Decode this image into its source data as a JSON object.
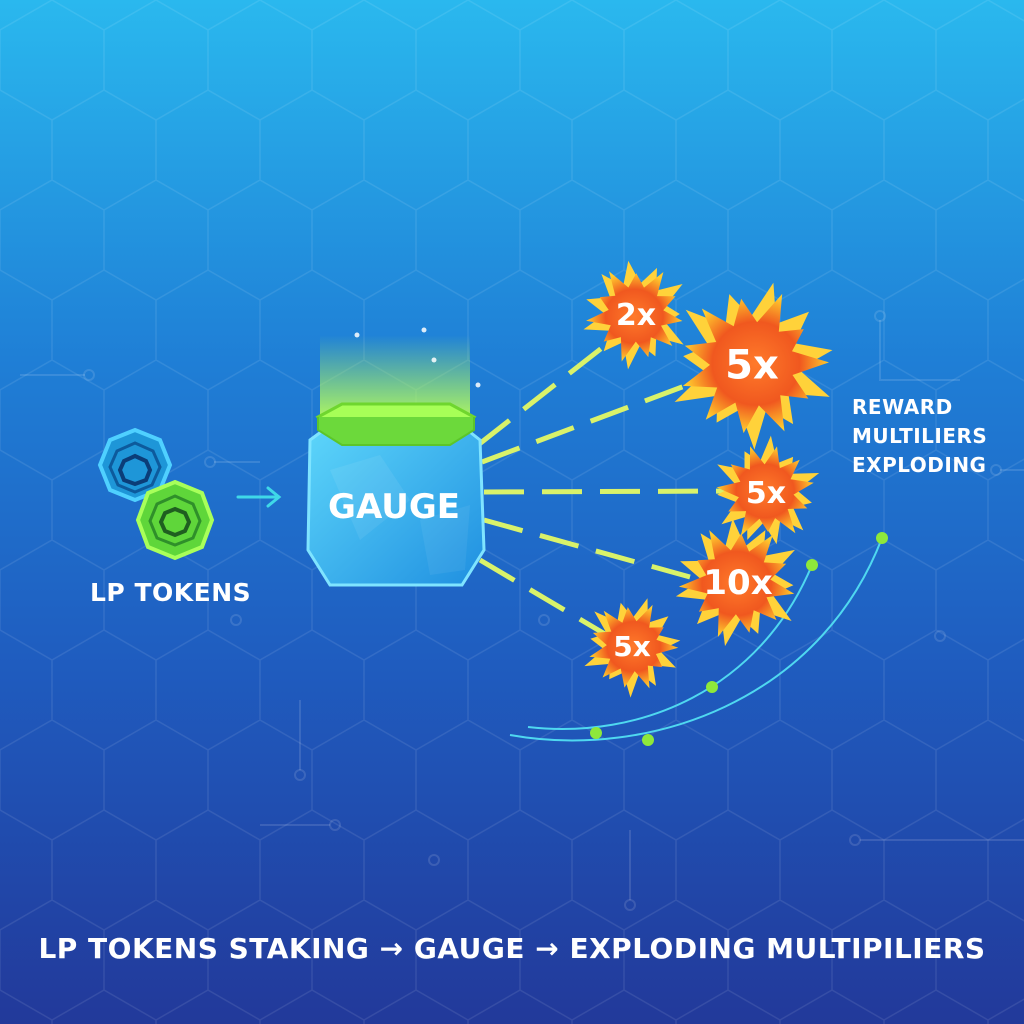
{
  "lp_tokens": {
    "label": "LP TOKENS"
  },
  "gauge": {
    "label": "GAUGE"
  },
  "multipliers": {
    "items": [
      {
        "label": "2x",
        "value": 2
      },
      {
        "label": "5x",
        "value": 5
      },
      {
        "label": "5x",
        "value": 5
      },
      {
        "label": "10x",
        "value": 10
      },
      {
        "label": "5x",
        "value": 5
      }
    ],
    "side_label": [
      "REWARD",
      "MULTILIERS",
      "EXPLODING"
    ]
  },
  "caption": "LP TOKENS STAKING → GAUGE → EXPLODING MULTIPILIERS",
  "colors": {
    "background_top": "#2ab8ee",
    "background_bottom": "#22399a",
    "accent_green": "#8ee83a",
    "jar_blue": "#35b8ee",
    "burst_orange": "#f15a2b",
    "burst_yellow": "#ffd23a",
    "token_blue": "#29a9e8"
  }
}
